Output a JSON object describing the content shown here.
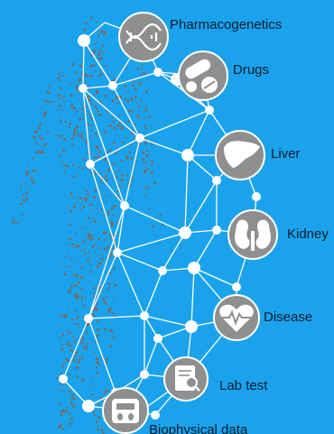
{
  "colors": {
    "background": "#1aa3ec",
    "links": "#ffffff",
    "hub": "#8f8f8f",
    "hub_ring": "#ffffff",
    "dots": "#7a6a60",
    "label": "#0b1c2c"
  },
  "hubs": [
    {
      "id": "pharmacogenetics",
      "label": "Pharmacogenetics",
      "icon": "dna-icon"
    },
    {
      "id": "drugs",
      "label": "Drugs",
      "icon": "pills-icon"
    },
    {
      "id": "liver",
      "label": "Liver",
      "icon": "liver-icon"
    },
    {
      "id": "kidney",
      "label": "Kidney",
      "icon": "kidney-icon"
    },
    {
      "id": "disease",
      "label": "Disease",
      "icon": "heart-pulse-icon"
    },
    {
      "id": "lab-test",
      "label": "Lab test",
      "icon": "lab-report-icon"
    },
    {
      "id": "biophysical-data",
      "label": "Biophysical data",
      "icon": "scale-icon"
    }
  ]
}
